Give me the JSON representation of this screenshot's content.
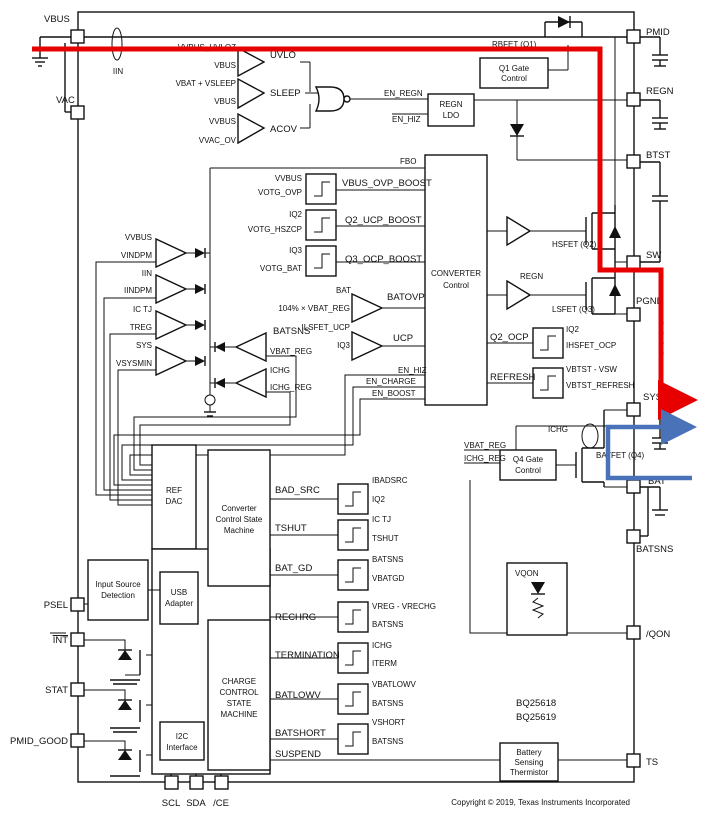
{
  "pins_left": {
    "vbus": "VBUS",
    "vac": "VAC",
    "psel": "PSEL",
    "int": "INT",
    "stat": "STAT",
    "pmid_good": "PMID_GOOD"
  },
  "pins_right": {
    "pmid": "PMID",
    "regn": "REGN",
    "btst": "BTST",
    "sw": "SW",
    "pgnd": "PGND",
    "sys": "SYS",
    "bat": "BAT",
    "batsns": "BATSNS",
    "qon": "/QON",
    "ts": "TS"
  },
  "pins_bottom": {
    "scl": "SCL",
    "sda": "SDA",
    "ce": "/CE"
  },
  "labels": {
    "iin": "IIN",
    "rbfet": "RBFET (Q1)",
    "q1_gate": [
      "Q1 Gate",
      "Control"
    ],
    "regn_ldo": [
      "REGN",
      "LDO"
    ],
    "uvlo": "UVLO",
    "sleep": "SLEEP",
    "acov": "ACOV",
    "en_regn": "EN_REGN",
    "en_hiz_top": "EN_HIZ",
    "fbo": "FBO",
    "vbus_ovp_boost": "VBUS_OVP_BOOST",
    "q2_ucp_boost": "Q2_UCP_BOOST",
    "q3_ocp_boost": "Q3_OCP_BOOST",
    "converter": [
      "CONVERTER",
      "Control"
    ],
    "bat": "BAT",
    "batovp": "BATOVP",
    "ucp": "UCP",
    "q2_ocp": "Q2_OCP",
    "refresh": "REFRESH",
    "en_hiz": "EN_HIZ",
    "en_charge": "EN_CHARGE",
    "en_boost": "EN_BOOST",
    "hsfet": "HSFET (Q2)",
    "lsfet": "LSFET (Q3)",
    "regn_buf": "REGN",
    "batsns_int": "BATSNS",
    "ref_dac": [
      "REF",
      "DAC"
    ],
    "conv_sm": [
      "Converter",
      "Control State",
      "Machine"
    ],
    "bad_src": "BAD_SRC",
    "tshut": "TSHUT",
    "bat_gd": "BAT_GD",
    "input_source": [
      "Input Source",
      "Detection"
    ],
    "usb_adapter": [
      "USB",
      "Adapter"
    ],
    "charge_sm": [
      "CHARGE",
      "CONTROL",
      "STATE",
      "MACHINE"
    ],
    "rechrg": "RECHRG",
    "termination": "TERMINATION",
    "batlowv": "BATLOWV",
    "batshort": "BATSHORT",
    "suspend": "SUSPEND",
    "i2c": [
      "I2C",
      "Interface"
    ],
    "q4_gate": [
      "Q4 Gate",
      "Control"
    ],
    "batfet": "BATFET (Q4)",
    "ichg": "ICHG",
    "vbat_reg": "VBAT_REG",
    "ichg_reg": "ICHG_REG",
    "vqon": "VQON",
    "battery_sensing": [
      "Battery",
      "Sensing",
      "Thermistor"
    ],
    "part1": "BQ25618",
    "part2": "BQ25619",
    "copyright": "Copyright © 2019, Texas Instruments Incorporated"
  },
  "comparator_inputs": {
    "uvlo": [
      "VVBUS_UVLOZ",
      "VBUS"
    ],
    "sleep": [
      "VBAT + VSLEEP",
      "VBUS"
    ],
    "acov": [
      "VVBUS",
      "VVAC_OV"
    ],
    "ovp_boost": [
      "VVBUS",
      "VOTG_OVP"
    ],
    "ucp_boost": [
      "IQ2",
      "VOTG_HSZCP"
    ],
    "ocp_boost": [
      "IQ3",
      "VOTG_BAT"
    ],
    "vindpm": [
      "VVBUS",
      "VINDPM"
    ],
    "iindpm": [
      "IIN",
      "IINDPM"
    ],
    "treg": [
      "IC TJ",
      "TREG"
    ],
    "sysmin": [
      "SYS",
      "VSYSMIN"
    ],
    "vbatreg": [
      "BATSNS",
      "VBAT_REG"
    ],
    "ichgreg": [
      "ICHG",
      "ICHG_REG"
    ],
    "batovp": [
      "BAT",
      "104% × VBAT_REG"
    ],
    "ucp": [
      "ILSFET_UCP",
      "IQ3"
    ],
    "q2ocp": [
      "IQ2",
      "IHSFET_OCP"
    ],
    "refresh": [
      "VBTST - VSW",
      "VBTST_REFRESH"
    ],
    "badsrc": [
      "IBADSRC",
      "IQ2"
    ],
    "tshut": [
      "IC TJ",
      "TSHUT"
    ],
    "batgd": [
      "BATSNS",
      "VBATGD"
    ],
    "rechrg": [
      "VREG - VRECHG",
      "BATSNS"
    ],
    "term": [
      "ICHG",
      "ITERM"
    ],
    "batlowv": [
      "VBATLOWV",
      "BATSNS"
    ],
    "batshort": [
      "VSHORT",
      "BATSNS"
    ]
  },
  "colors": {
    "power_path": "#e60000",
    "sys_path": "#4a72b8",
    "line": "#111111"
  }
}
